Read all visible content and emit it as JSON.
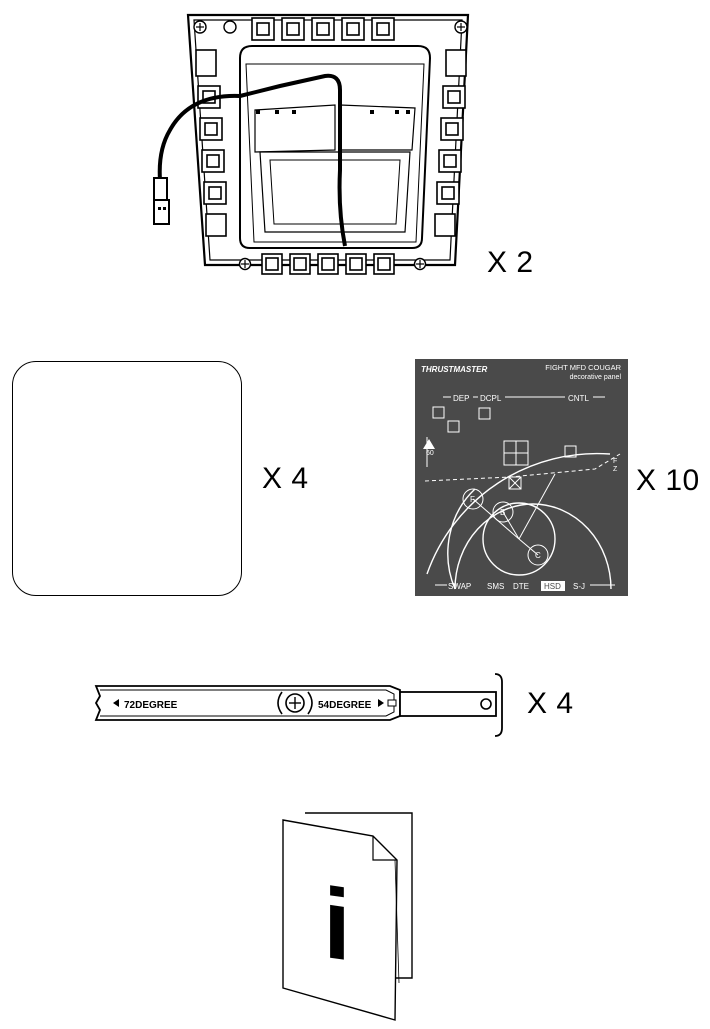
{
  "items": {
    "mfd_panel": {
      "quantity_label": "X 2"
    },
    "protective_film": {
      "quantity_label": "X 4"
    },
    "decorative_panel": {
      "quantity_label": "X 10",
      "brand": "THRUSTMASTER",
      "title_line1": "FIGHT MFD COUGAR",
      "title_line2": "decorative panel",
      "top_labels": [
        "DEP",
        "DCPL",
        "CNTL"
      ],
      "bottom_labels": [
        "SWAP",
        "SMS",
        "DTE",
        "HSD",
        "S-J"
      ],
      "side_left": "60",
      "side_right": "F\nZ",
      "markers": [
        "F",
        "B",
        "C"
      ]
    },
    "mounting_bracket": {
      "quantity_label": "X 4",
      "left_label": "72DEGREE",
      "right_label": "54DEGREE"
    },
    "manual": {
      "glyph": "i"
    }
  },
  "colors": {
    "panel_background": "#4a4a4a",
    "panel_lines": "#ffffff",
    "ink": "#000000"
  }
}
